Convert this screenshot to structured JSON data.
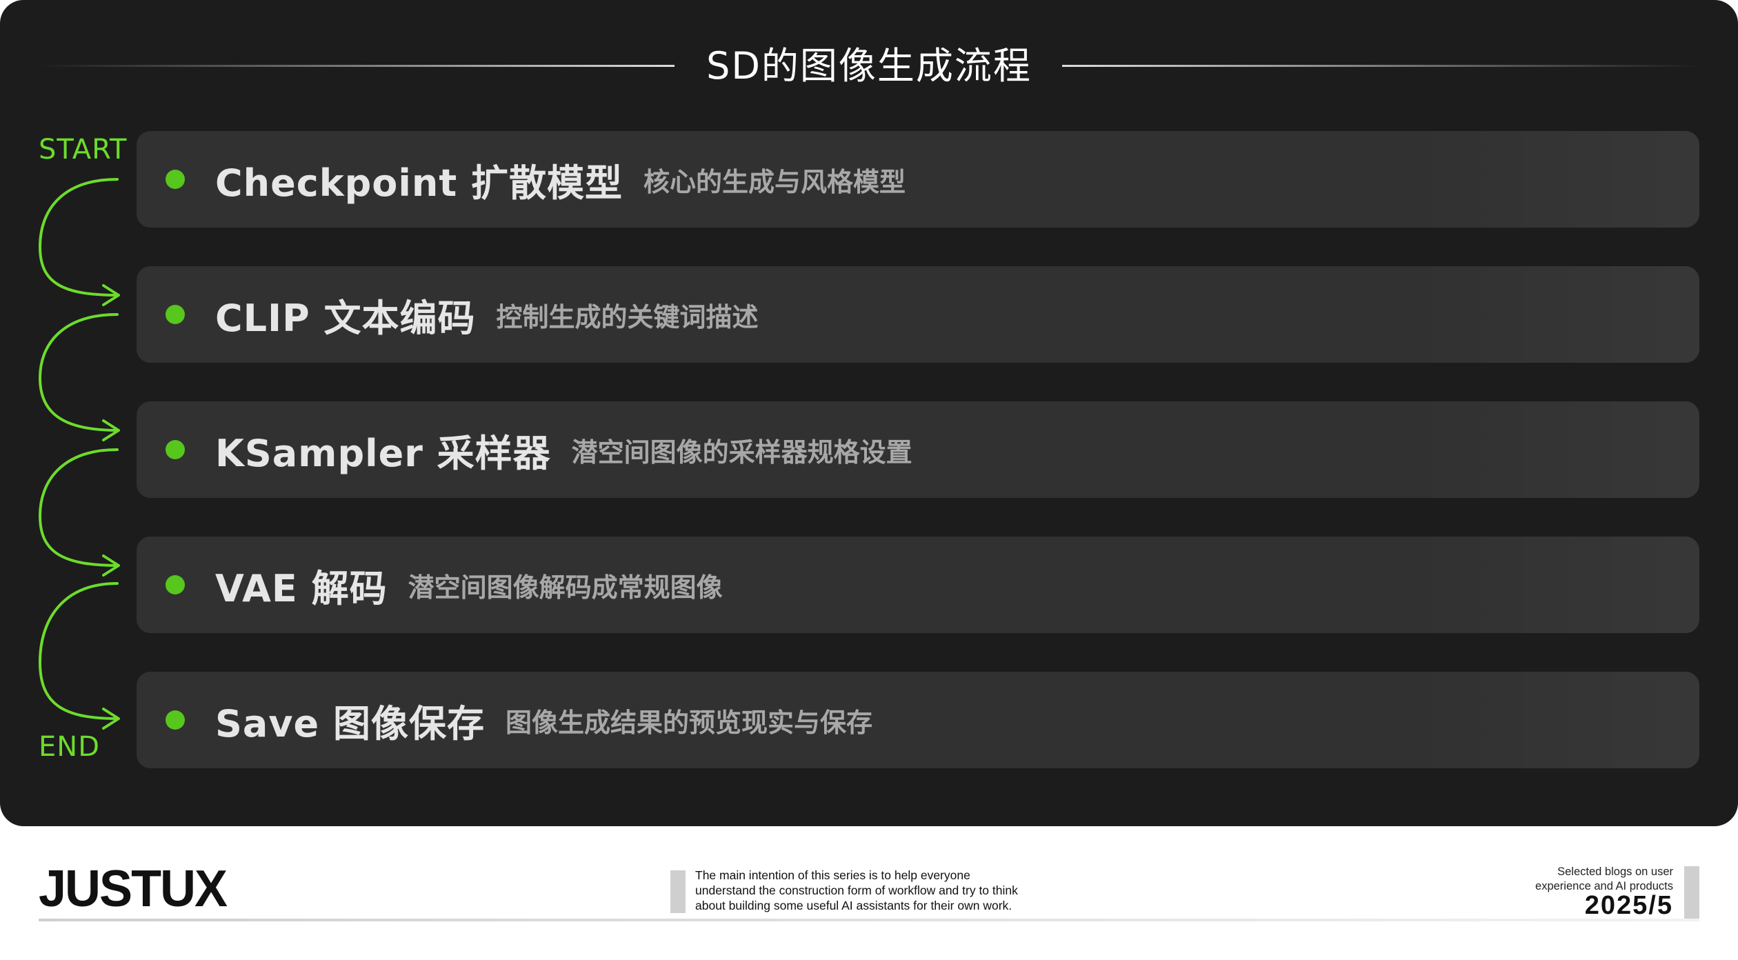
{
  "title": "SD的图像生成流程",
  "flow": {
    "start": "START",
    "end": "END",
    "accent_color": "#6cdc2c"
  },
  "steps": [
    {
      "title": "Checkpoint 扩散模型",
      "desc": "核心的生成与风格模型"
    },
    {
      "title": "CLIP 文本编码",
      "desc": "控制生成的关键词描述"
    },
    {
      "title": "KSampler 采样器",
      "desc": "潜空间图像的采样器规格设置"
    },
    {
      "title": "VAE 解码",
      "desc": "潜空间图像解码成常规图像"
    },
    {
      "title": "Save 图像保存",
      "desc": "图像生成结果的预览现实与保存"
    }
  ],
  "footer": {
    "logo": "JUSTUX",
    "intro_lines": [
      "The main intention of this series is to help everyone",
      "understand the construction form of workflow and try to think",
      "about building some useful AI assistants for their own work."
    ],
    "note_lines": [
      "Selected blogs on user",
      "experience and AI products"
    ],
    "date": "2025/5"
  }
}
